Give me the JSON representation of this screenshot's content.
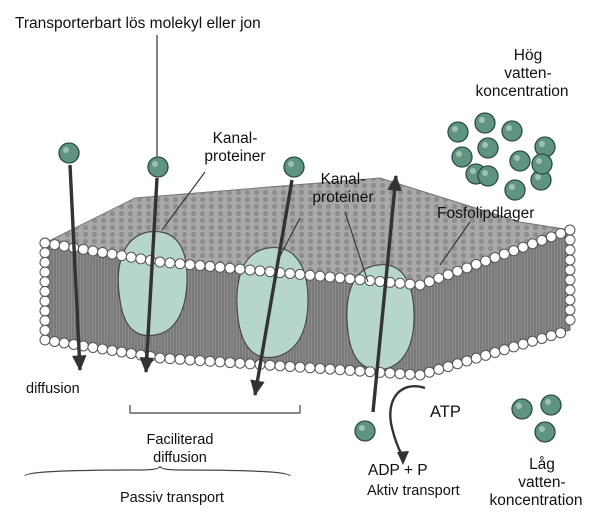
{
  "labels": {
    "molecule": "Transporterbart lös molekyl eller jon",
    "high_water": [
      "Hög",
      "vatten-",
      "koncentration"
    ],
    "channel_proteins_1": [
      "Kanal-",
      "proteiner"
    ],
    "channel_proteins_2": [
      "Kanal-",
      "proteiner"
    ],
    "phospholipid": "Fosfolipdlager",
    "diffusion": "diffusion",
    "facilitated": [
      "Faciliterad",
      "diffusion"
    ],
    "passive": "Passiv transport",
    "atp": "ATP",
    "adp": "ADP + P",
    "active": "Aktiv transport",
    "low_water": [
      "Låg",
      "vatten-",
      "koncentration"
    ]
  },
  "colors": {
    "molecule": "#5f9580",
    "protein": "#b6d6cc",
    "membrane_dark": "#8a8a8a",
    "head": "#ffffff",
    "arrow": "#333333"
  },
  "icons": {
    "molecule": "circle",
    "lipid_head": "circle"
  }
}
